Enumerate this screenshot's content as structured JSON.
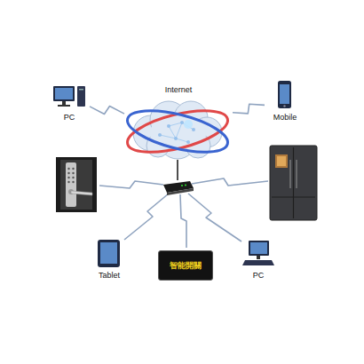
{
  "diagram": {
    "nodes": [
      {
        "text": [
          "Internet"
        ]
      },
      {
        "text": [
          "PC"
        ]
      },
      {
        "text": [
          "Mobile"
        ]
      },
      {
        "text": [
          "Tablet"
        ]
      },
      {
        "text": [
          "智能開關"
        ]
      },
      {
        "text": [
          "PC"
        ]
      }
    ],
    "edges": [
      {
        "from": 1,
        "to": 0,
        "arrow": "none"
      },
      {
        "from": 2,
        "to": 0,
        "arrow": "none"
      }
    ]
  }
}
